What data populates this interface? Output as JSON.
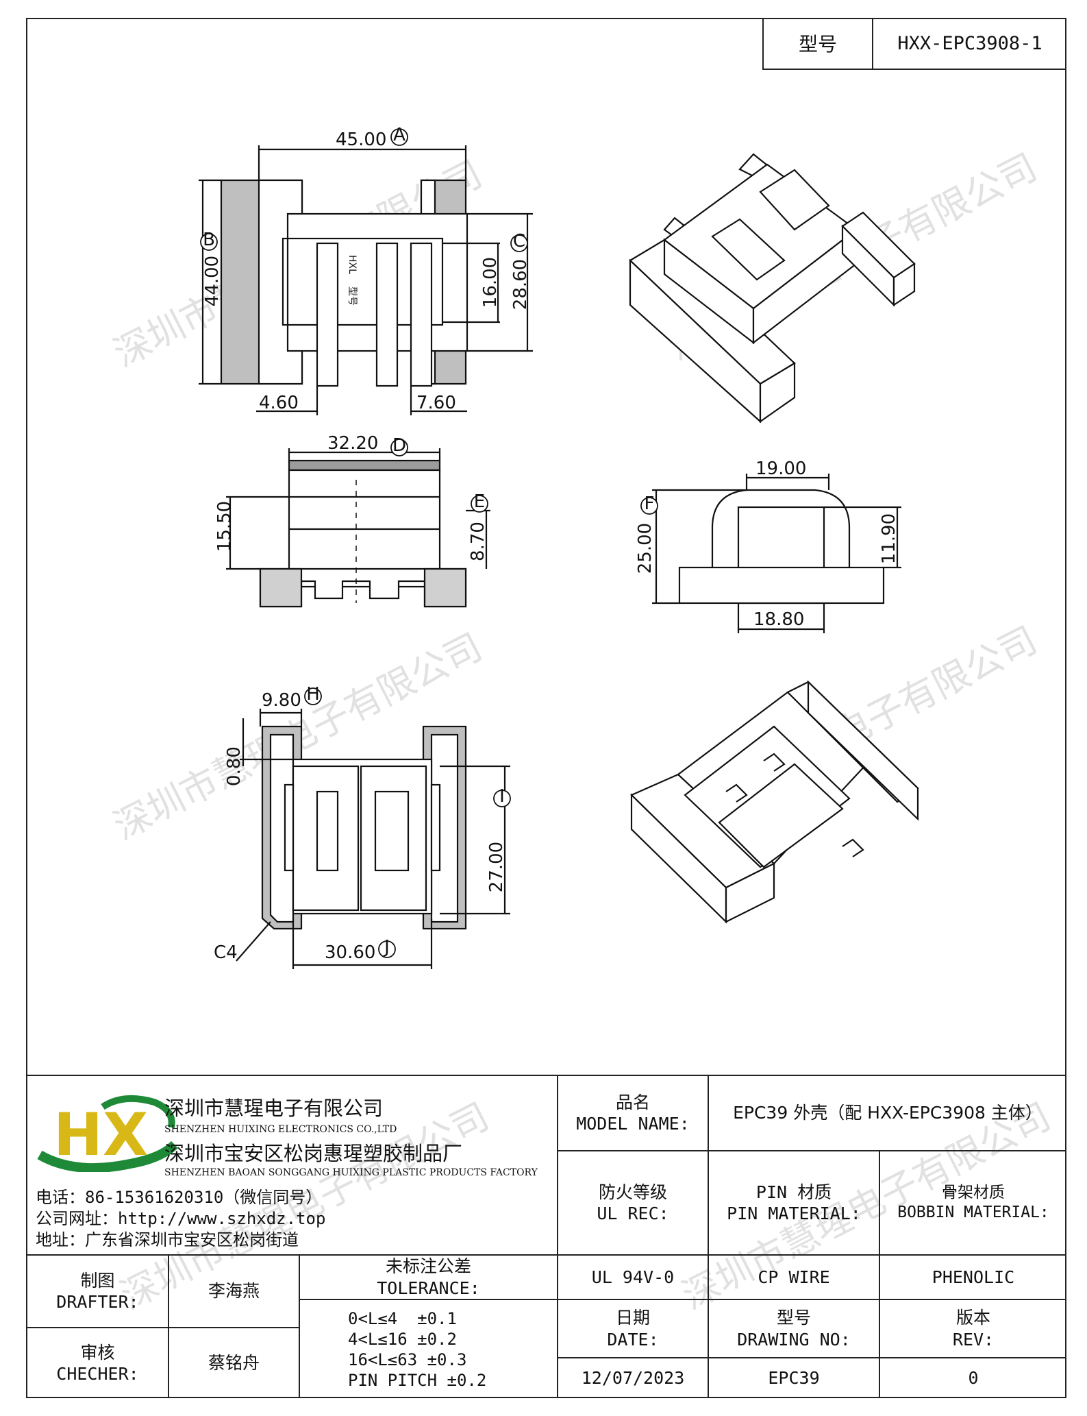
{
  "header": {
    "model_label": "型号",
    "model_value": "HXX-EPC3908-1"
  },
  "watermark": "深圳市慧瑆电子有限公司",
  "dimensions": {
    "top_width": "45.00",
    "top_width_mark": "A",
    "top_height": "44.00",
    "top_height_mark": "B",
    "top_right_outer": "28.60",
    "top_right_outer_mark": "C",
    "top_right_inner": "16.00",
    "pin_left": "4.60",
    "pin_right": "7.60",
    "side_width": "32.20",
    "side_width_mark": "D",
    "side_height": "15.50",
    "side_right": "8.70",
    "side_right_mark": "E",
    "front_top": "19.00",
    "front_height": "25.00",
    "front_height_mark": "F",
    "front_right": "11.90",
    "front_bottom": "18.80",
    "bottom_top": "9.80",
    "bottom_top_mark": "H",
    "bottom_left": "0.80",
    "bottom_right": "27.00",
    "bottom_right_mark": "I",
    "bottom_width": "30.60",
    "bottom_width_mark": "J",
    "chamfer": "C4"
  },
  "part_text": {
    "brand": "HXL",
    "model": "型号"
  },
  "company": {
    "logo_letters": "HX",
    "name_cn": "深圳市慧瑆电子有限公司",
    "name_en": "SHENZHEN HUIXING ELECTRONICS CO.,LTD",
    "factory_cn": "深圳市宝安区松岗惠瑆塑胶制品厂",
    "factory_en": "SHENZHEN BAOAN SONGGANG HUIXING PLASTIC PRODUCTS FACTORY",
    "phone": "电话：86-15361620310（微信同号）",
    "website": "公司网址：http://www.szhxdz.top",
    "address": "地址：广东省深圳市宝安区松岗街道"
  },
  "title_block": {
    "model_name_label_cn": "品名",
    "model_name_label_en": "MODEL NAME:",
    "model_name_value": "EPC39 外壳（配 HXX-EPC3908 主体）",
    "ul_label_cn": "防火等级",
    "ul_label_en": "UL REC:",
    "pin_label_cn": "PIN 材质",
    "pin_label_en": "PIN MATERIAL:",
    "bobbin_label_cn": "骨架材质",
    "bobbin_label_en": "BOBBIN MATERIAL:",
    "ul_value": "UL 94V-0",
    "pin_value": "CP WIRE",
    "bobbin_value": "PHENOLIC",
    "drafter_label_cn": "制图",
    "drafter_label_en": "DRAFTER:",
    "drafter_value": "李海燕",
    "checker_label_cn": "审核",
    "checker_label_en": "CHECHER:",
    "checker_value": "蔡铭舟",
    "tolerance_label_cn": "未标注公差",
    "tolerance_label_en": "TOLERANCE:",
    "tolerance_lines": [
      "0<L≤4  ±0.1",
      "4<L≤16 ±0.2",
      "16<L≤63 ±0.3",
      "PIN PITCH ±0.2"
    ],
    "date_label_cn": "日期",
    "date_label_en": "DATE:",
    "drawing_label_cn": "型号",
    "drawing_label_en": "DRAWING NO:",
    "rev_label_cn": "版本",
    "rev_label_en": "REV:",
    "date_value": "12/07/2023",
    "drawing_value": "EPC39",
    "rev_value": "0"
  }
}
